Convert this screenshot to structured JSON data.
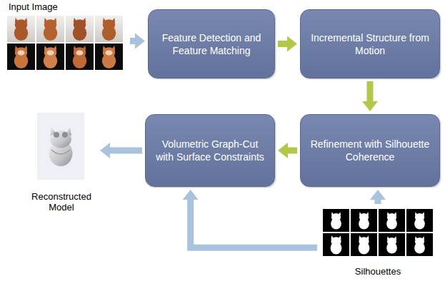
{
  "diagram": {
    "nodes": [
      {
        "text": [
          "Input Image"
        ]
      },
      {
        "text": [
          "Feature Detection and Feature Matching"
        ]
      },
      {
        "text": [
          "Incremental Structure from Motion"
        ]
      },
      {
        "text": [
          "Refinement with Silhouette Coherence"
        ]
      },
      {
        "text": [
          "Volumetric Graph-Cut with Surface Constraints"
        ]
      },
      {
        "text": [
          "Reconstructed Model"
        ]
      },
      {
        "text": [
          "Silhouettes"
        ]
      }
    ],
    "edges": [
      {
        "from": 0,
        "to": 1,
        "arrow": "to"
      },
      {
        "from": 1,
        "to": 2,
        "arrow": "to"
      },
      {
        "from": 2,
        "to": 3,
        "arrow": "to"
      },
      {
        "from": 3,
        "to": 4,
        "arrow": "to"
      },
      {
        "from": 4,
        "to": 5,
        "arrow": "to"
      },
      {
        "from": 6,
        "to": 3,
        "arrow": "to"
      },
      {
        "from": 6,
        "to": 4,
        "arrow": "to"
      }
    ]
  }
}
